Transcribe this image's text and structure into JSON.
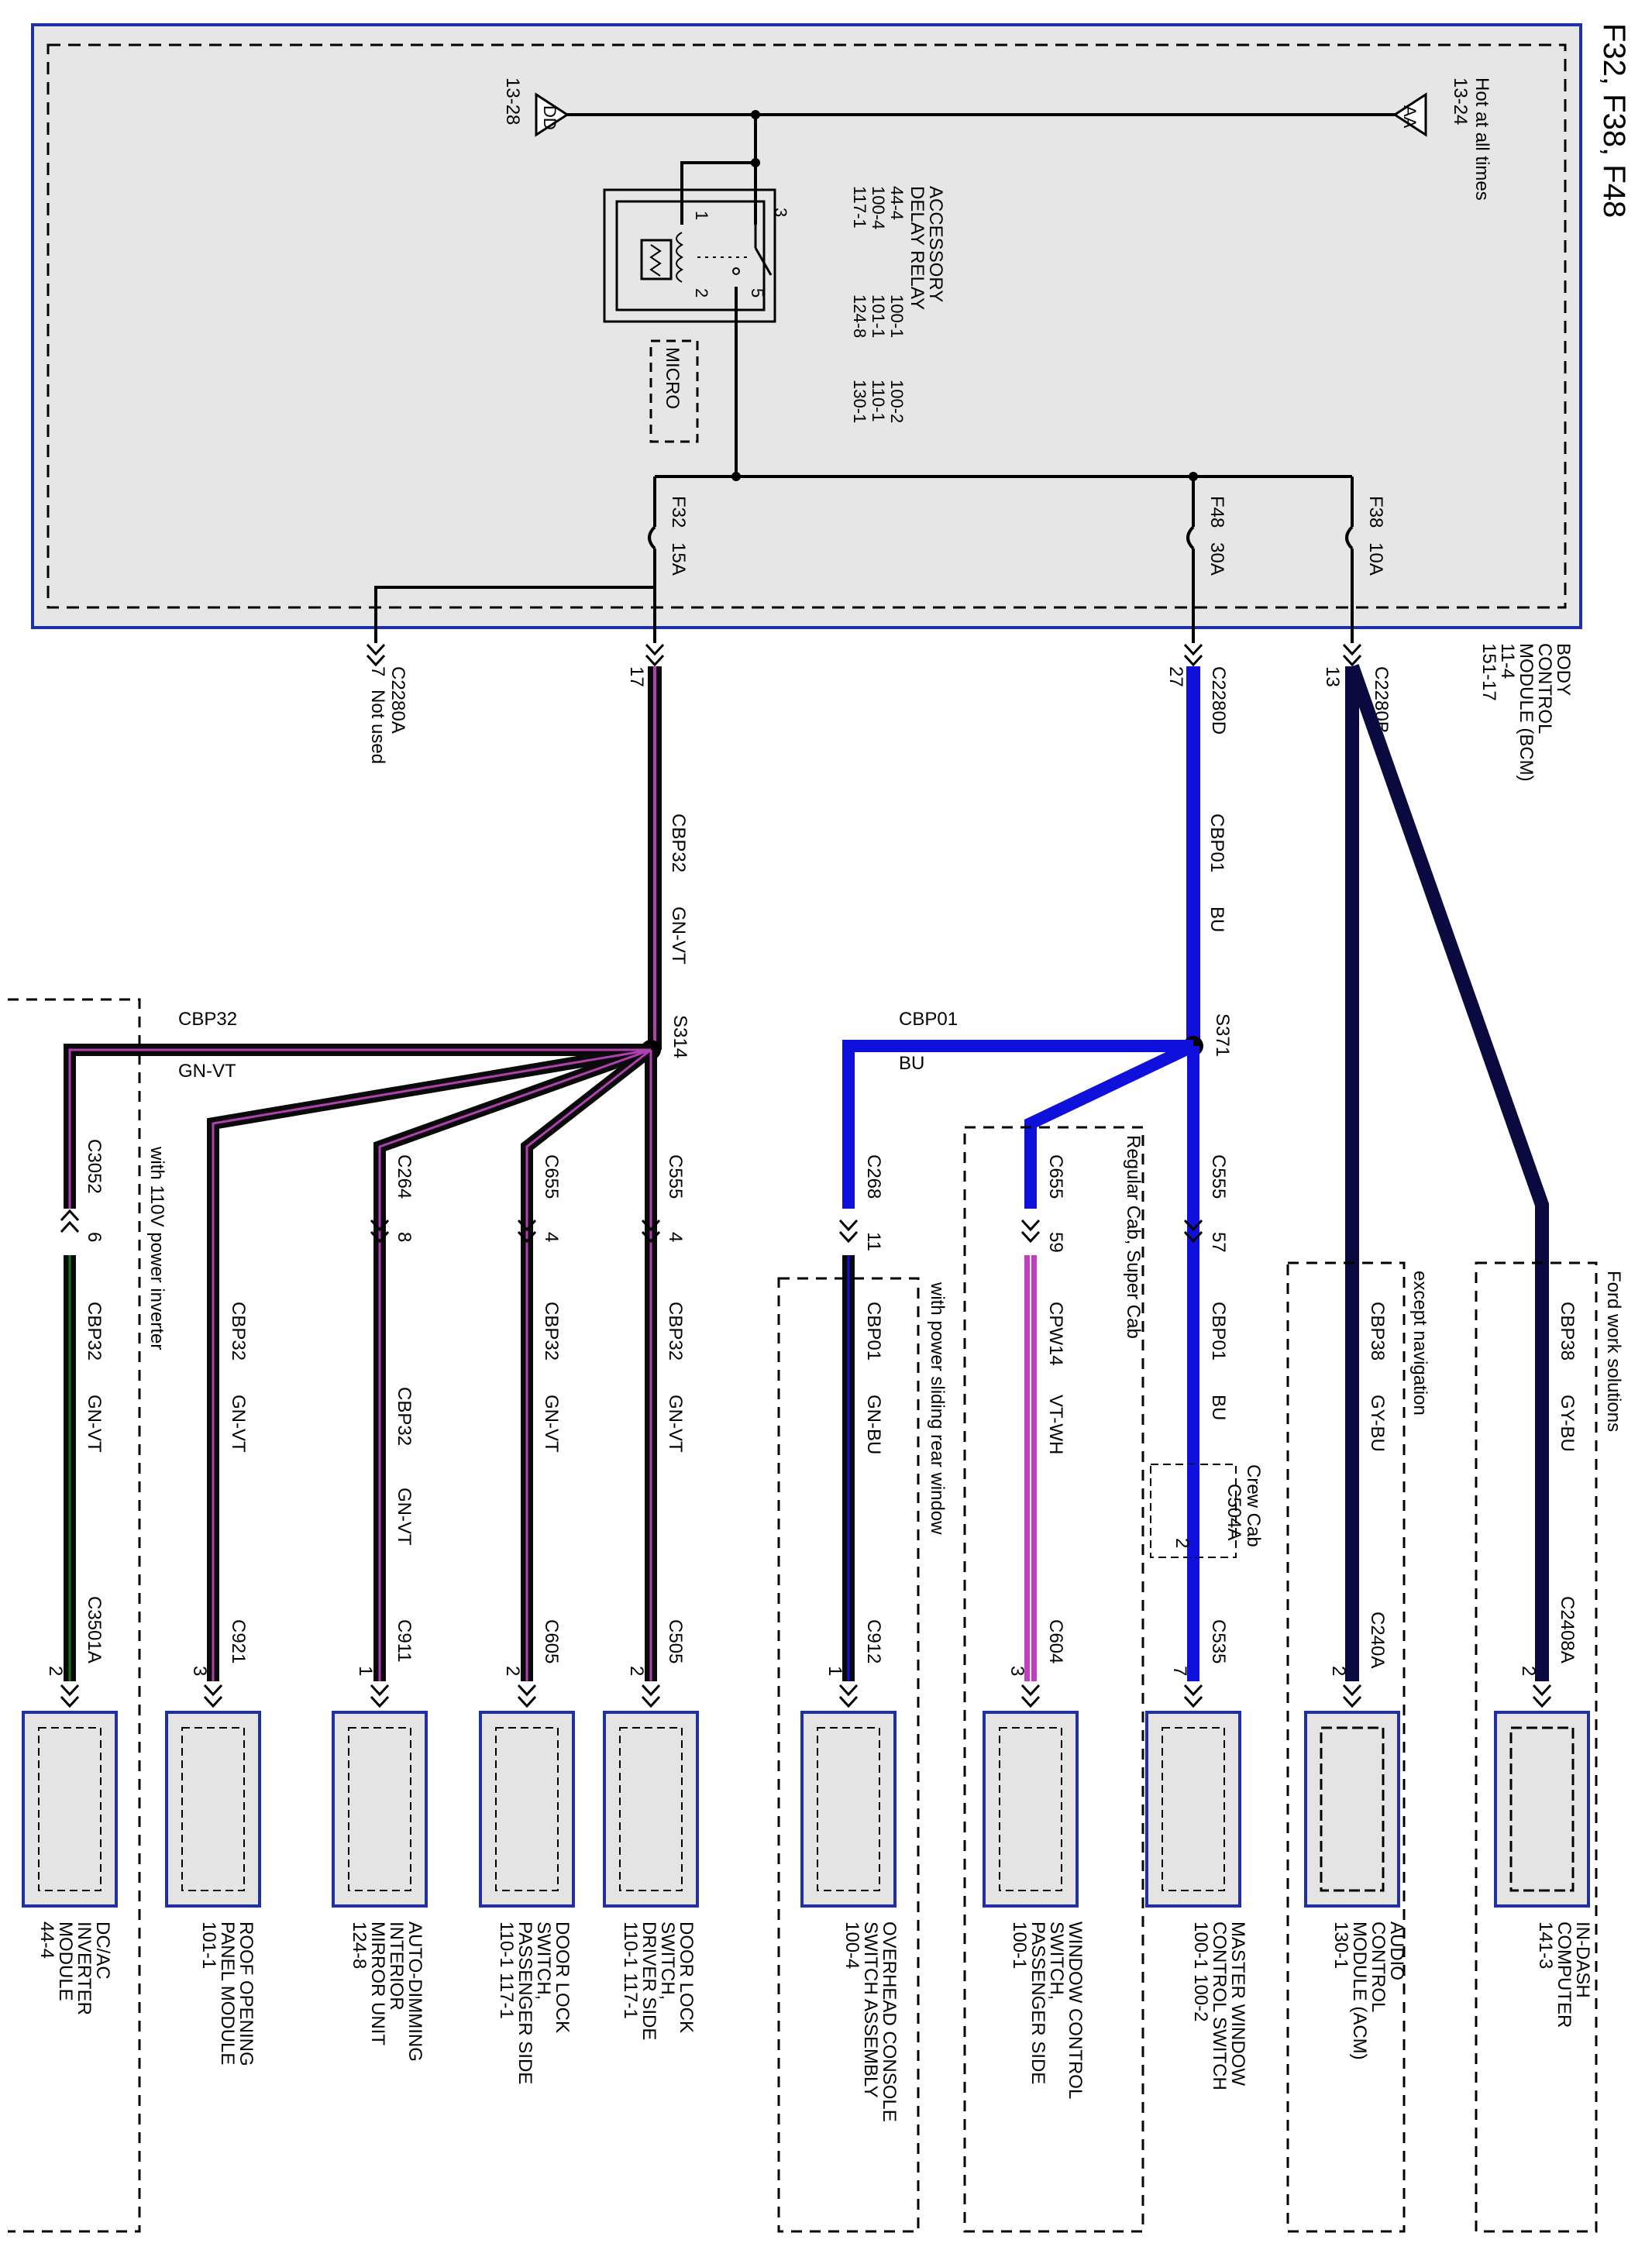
{
  "title": "F32, F38, F48",
  "colors": {
    "panel_fill": "#e6e6e6",
    "panel_border": "#1f2fa8",
    "wire_black": "#000000",
    "wire_blue": "#1010dd",
    "wire_navy": "#0a0a40",
    "stripe_violet": "#b040b0",
    "stripe_green": "#1e6e1e",
    "wire_violet": "#c040c0",
    "module_fill": "#e4e4e4",
    "module_border": "#2030a0"
  },
  "bcm": {
    "hot_label": "Hot at all times",
    "hot_ref": "13-24",
    "hot_triangle": "AA",
    "dd_triangle": "DD",
    "dd_ref": "13-28",
    "module_label": [
      "BODY",
      "CONTROL",
      "MODULE (BCM)",
      "11-4",
      "151-17"
    ],
    "relay_label": [
      "ACCESSORY",
      "DELAY RELAY"
    ],
    "relay_refs_col1": [
      "44-4",
      "100-4",
      "117-1"
    ],
    "relay_refs_col2": [
      "100-1",
      "101-1",
      "124-8"
    ],
    "relay_refs_col3": [
      "100-2",
      "110-1",
      "130-1"
    ],
    "relay_pins": [
      "1",
      "2",
      "3",
      "5"
    ],
    "micro": "MICRO",
    "fuse_f32": "F32",
    "fuse_f32_amp": "15A",
    "fuse_f48": "F48",
    "fuse_f48_amp": "30A",
    "fuse_f38": "F38",
    "fuse_f38_amp": "10A"
  },
  "connectors": {
    "c2280a": "C2280A",
    "c2280a_pin7": "7",
    "not_used": "Not used",
    "c2280a_pin17": "17",
    "c2280d": "C2280D",
    "c2280d_pin27": "27",
    "c2280b": "C2280B",
    "c2280b_pin13": "13"
  },
  "trunks": {
    "cbp32": "CBP32",
    "gn_vt": "GN-VT",
    "cbp01": "CBP01",
    "bu": "BU",
    "s314": "S314",
    "s371": "S371"
  },
  "conditions": {
    "power_inverter": "with 110V power inverter",
    "power_sliding": "with power sliding rear window",
    "regular_cab": "Regular Cab, Super Cab",
    "except_nav": "except navigation",
    "ford_work": "Ford work solutions",
    "crew_cab": "Crew Cab",
    "c504a": "C504A",
    "c504a_pin": "2"
  },
  "branches": [
    {
      "conn_mid": "C3052",
      "pin_mid": "6",
      "circuit": "CBP32",
      "color": "GN-VT",
      "conn_end": "C3501A",
      "pin_end": "2",
      "module": [
        "DC/AC",
        "INVERTER",
        "MODULE",
        "44-4"
      ]
    },
    {
      "conn_mid": "",
      "pin_mid": "",
      "circuit": "CBP32",
      "color": "GN-VT",
      "conn_end": "C921",
      "pin_end": "3",
      "module": [
        "ROOF OPENING",
        "PANEL MODULE",
        "101-1"
      ]
    },
    {
      "conn_mid": "C264",
      "pin_mid": "8",
      "circuit": "CBP32",
      "color": "GN-VT",
      "conn_end": "C911",
      "pin_end": "1",
      "module": [
        "AUTO-DIMMING",
        "INTERIOR",
        "MIRROR UNIT",
        "124-8"
      ]
    },
    {
      "conn_mid": "C655",
      "pin_mid": "4",
      "circuit": "CBP32",
      "color": "GN-VT",
      "conn_end": "C605",
      "pin_end": "2",
      "module": [
        "DOOR LOCK",
        "SWITCH,",
        "PASSENGER SIDE",
        "110-1      117-1"
      ]
    },
    {
      "conn_mid": "C555",
      "pin_mid": "4",
      "circuit": "CBP32",
      "color": "GN-VT",
      "conn_end": "C505",
      "pin_end": "2",
      "module": [
        "DOOR LOCK",
        "SWITCH,",
        "DRIVER SIDE",
        "110-1      117-1"
      ]
    },
    {
      "conn_mid": "C268",
      "pin_mid": "11",
      "circuit": "CBP01",
      "color": "GN-BU",
      "conn_end": "C912",
      "pin_end": "1",
      "module": [
        "OVERHEAD CONSOLE",
        "SWITCH ASSEMBLY",
        "100-4"
      ]
    },
    {
      "conn_mid": "C655",
      "pin_mid": "59",
      "circuit": "CPW14",
      "color": "VT-WH",
      "conn_end": "C604",
      "pin_end": "3",
      "module": [
        "WINDOW CONTROL",
        "SWITCH,",
        "PASSENGER SIDE",
        "100-1"
      ]
    },
    {
      "conn_mid": "C555",
      "pin_mid": "57",
      "circuit": "CBP01",
      "color": "BU",
      "conn_end": "C535",
      "pin_end": "7",
      "module": [
        "MASTER WINDOW",
        "CONTROL SWITCH",
        "100-1      100-2"
      ]
    },
    {
      "conn_mid": "",
      "pin_mid": "",
      "circuit": "CBP38",
      "color": "GY-BU",
      "conn_end": "C240A",
      "pin_end": "2",
      "module": [
        "AUDIO",
        "CONTROL",
        "MODULE (ACM)",
        "130-1"
      ]
    },
    {
      "conn_mid": "",
      "pin_mid": "",
      "circuit": "CBP38",
      "color": "GY-BU",
      "conn_end": "C2408A",
      "pin_end": "2",
      "module": [
        "IN-DASH",
        "COMPUTER",
        "141-3"
      ]
    }
  ]
}
